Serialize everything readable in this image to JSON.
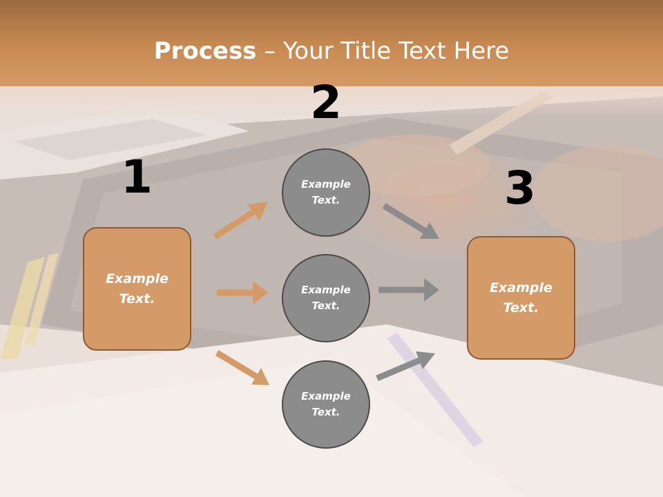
{
  "title": {
    "bold": "Process",
    "rest": " – Your Title Text Here"
  },
  "steps": [
    {
      "number": "1",
      "text": "Example Text."
    },
    {
      "number": "2",
      "text": "Example Text."
    },
    {
      "number": "3",
      "text": "Example Text."
    }
  ],
  "circles": [
    {
      "text": "Example Text."
    },
    {
      "text": "Example Text."
    },
    {
      "text": "Example Text."
    }
  ],
  "colors": {
    "header_band": "#c98a52",
    "box_fill": "#d49b68",
    "box_border": "#8a5a37",
    "circle_fill": "#8c8c8c",
    "circle_border": "#4a4a4a",
    "arrow_orange": "#d49b68",
    "arrow_gray": "#8c8c8c"
  }
}
